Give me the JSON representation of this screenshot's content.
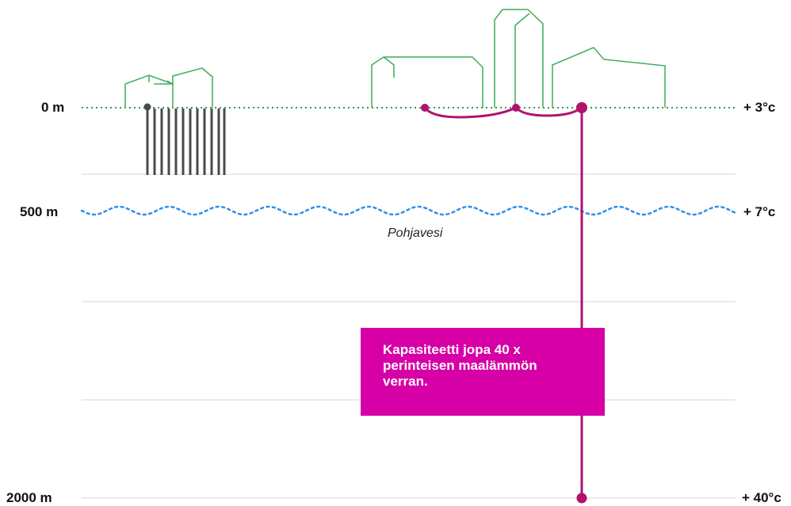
{
  "depth_labels": {
    "surface": "0 m",
    "groundwater": "500 m",
    "bottom": "2000 m"
  },
  "temperature_labels": {
    "surface": "+ 3°c",
    "groundwater": "+ 7°c",
    "bottom": "+ 40°c"
  },
  "groundwater_label": "Pohjavesi",
  "callout_text": "Kapasiteetti jopa 40 x\nperinteisen maalämmön\nverran.",
  "colors": {
    "ground_line": "#2e9e52",
    "building": "#3dae5a",
    "water": "#2f8fe8",
    "well": "#b0126e",
    "callout": "#d600a6",
    "shallow_wells": "#4a4a4a",
    "grid": "#dde5ec"
  }
}
